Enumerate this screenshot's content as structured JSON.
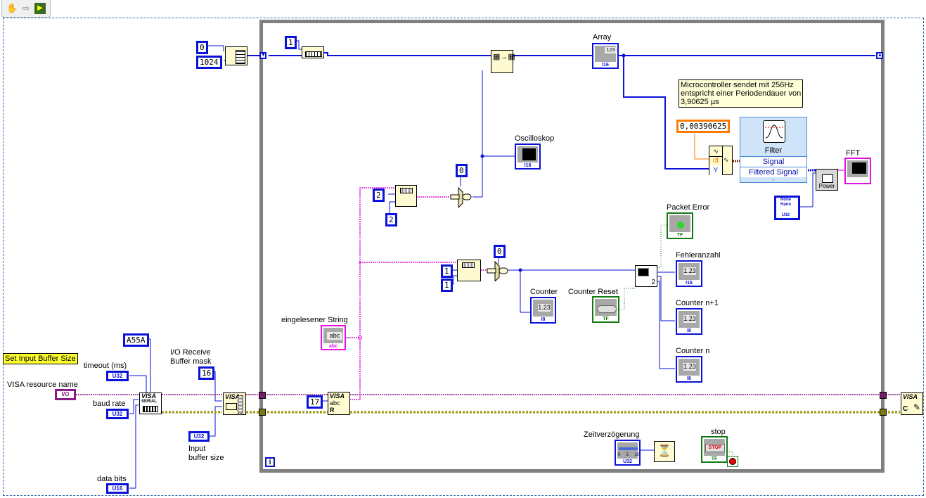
{
  "toolbar": {
    "icons": [
      "hand-tool-icon",
      "arrow-icon",
      "run-vi-icon"
    ]
  },
  "labels": {
    "set_input_buffer_size": "Set Input Buffer Size",
    "visa_resource_name": "VISA resource name",
    "timeout": "timeout (ms)",
    "baud_rate": "baud rate",
    "data_bits": "data bits",
    "io_receive_line1": "I/O Receive",
    "io_receive_line2": "Buffer mask",
    "input_buffer_line1": "Input",
    "input_buffer_line2": "buffer size",
    "eingelesener_string": "eingelesener String",
    "array": "Array",
    "oscilloskop": "Oscilloskop",
    "packet_error": "Packet Error",
    "fehleranzahl": "Fehleranzahl",
    "counter": "Counter",
    "counter_reset": "Counter Reset",
    "counter_n1": "Counter n+1",
    "counter_n": "Counter n",
    "fft": "FFT",
    "zeitverzoegerung": "Zeitverzögerung",
    "stop": "stop"
  },
  "constants": {
    "init_value": "0",
    "init_size": "1024",
    "shift_count": "1",
    "termchar": "A55A",
    "buffer_mask": "16",
    "read_bytes": "17",
    "subset_index_a": "2",
    "subset_length_a": "2",
    "subset_index_b": "1",
    "subset_length_b": "1",
    "convert_zero_a": "0",
    "convert_zero_b": "0",
    "dt": "0,00390625"
  },
  "controls": {
    "visa_resource_tag": "I/O",
    "timeout_tag": "U32",
    "baud_rate_tag": "U32",
    "data_bits_tag": "U16",
    "input_buffer_tag": "U32",
    "window_tag": "U32",
    "window_options": [
      "None",
      "Hann"
    ],
    "slider_tag": "U32",
    "slider_ticks": [
      "0",
      "5",
      "10"
    ]
  },
  "indicators": {
    "numeric_display": "1.23",
    "string_display": "abc",
    "string_tag": "abc",
    "array_display": "123",
    "tag_i16": "I16",
    "tag_i8": "I8",
    "tag_tf": "TF",
    "stop_button": "STOP"
  },
  "nodes": {
    "visa_serial_line1": "VISA",
    "visa_serial_line2": "SERIAL",
    "visa_buffer": "VISA",
    "visa_read": "VISA",
    "visa_read_r": "R",
    "visa_read_abc": "abc",
    "visa_close": "VISA",
    "visa_close_c": "C",
    "compound_out": "2",
    "power_label": "Power",
    "waveform_dt": "dt",
    "waveform_y": "Y"
  },
  "filter": {
    "title": "Filter",
    "input": "Signal",
    "output": "Filtered Signal"
  },
  "comment": {
    "line1": "Microcontroller sendet mit 256Hz",
    "line2": "entspricht einer Periodendauer von",
    "line3": "3,90625 µs"
  },
  "loop": {
    "iteration_terminal": "i"
  },
  "colors": {
    "numeric_wire": "#0a12d8",
    "string_wire": "#e010e0",
    "visa_wire": "#8a1a8a",
    "error_wire": "#b8b800",
    "boolean_wire": "#137a13",
    "dt_wire": "#ff7a00",
    "loop_border": "#808080",
    "frame_dash": "#2a6aa8"
  }
}
